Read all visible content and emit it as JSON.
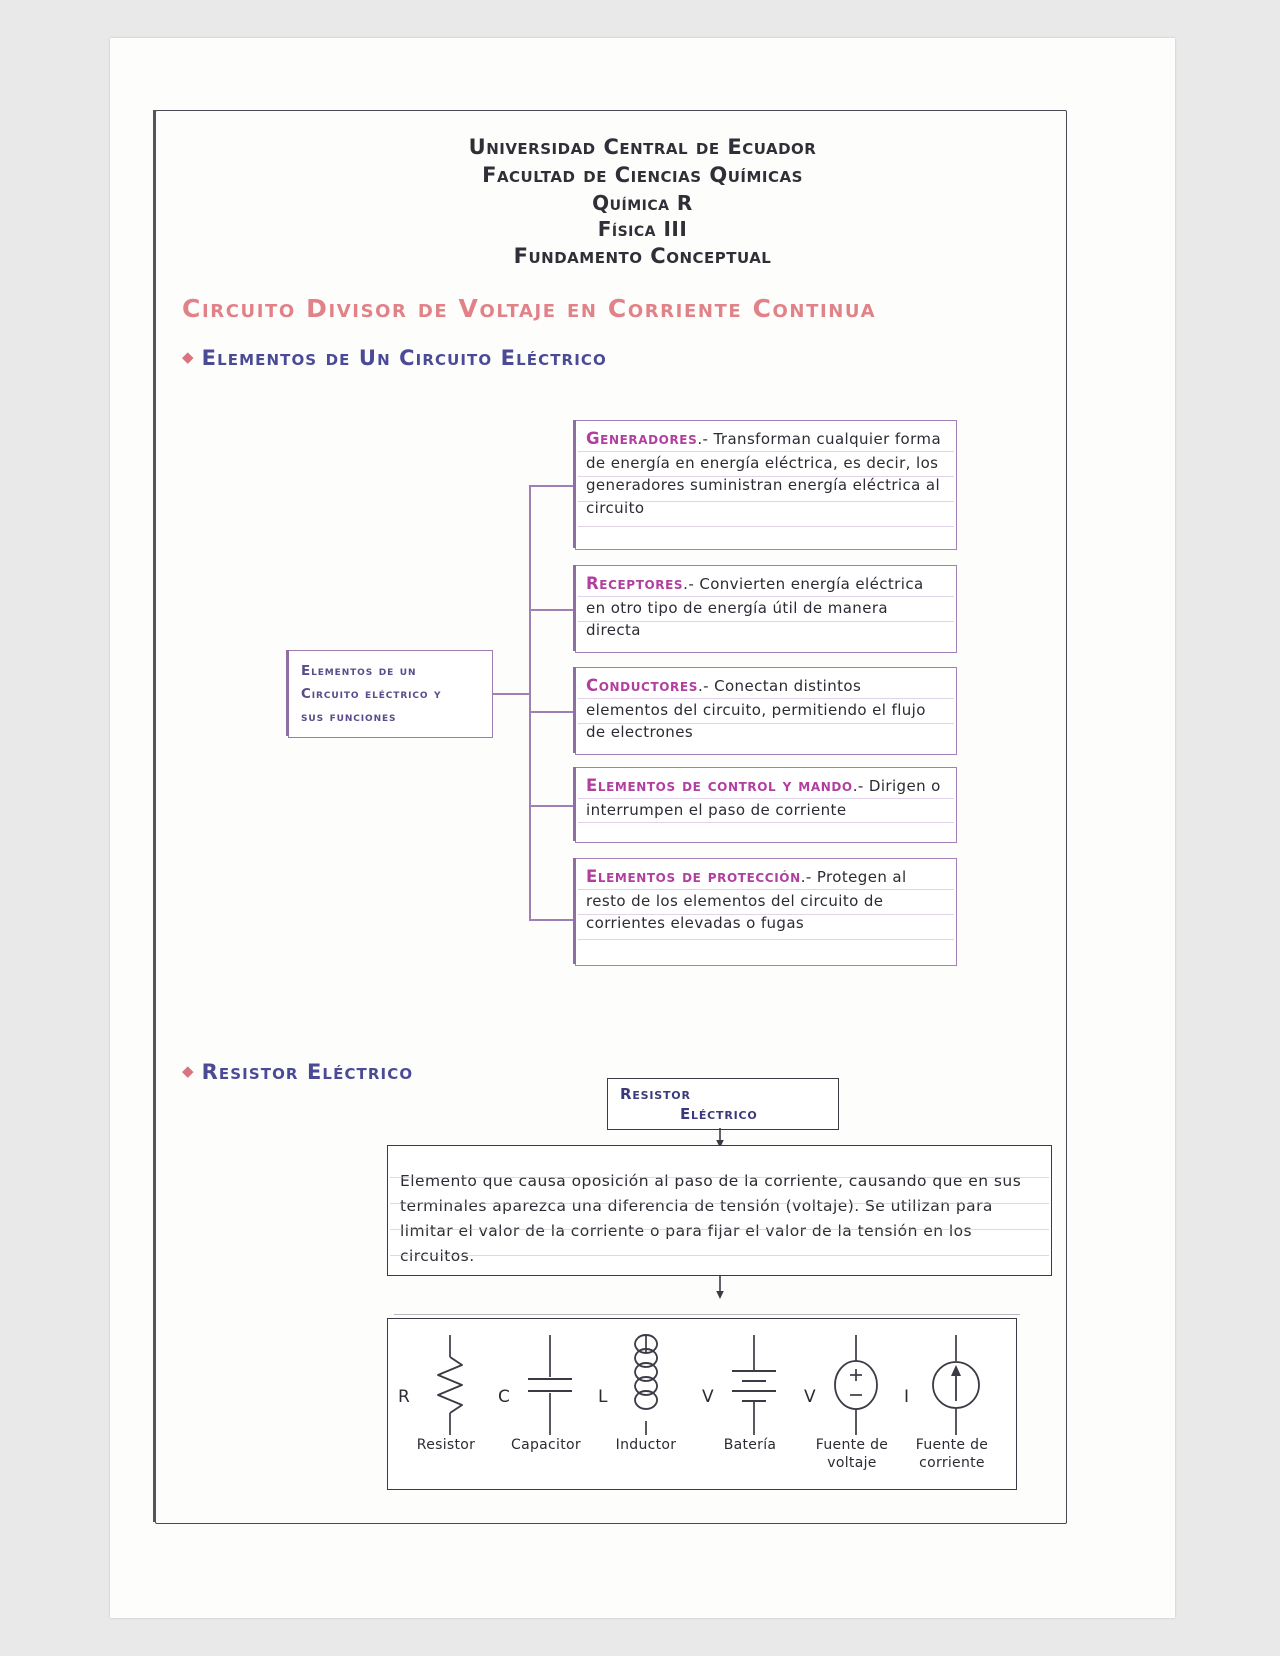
{
  "header": {
    "line1": "Universidad Central de Ecuador",
    "line2": "Facultad de Ciencias Químicas",
    "line3": "Química R",
    "line4": "Física III",
    "line5": "Fundamento Conceptual"
  },
  "title_main": "Circuito  Divisor  de Voltaje  en Corriente  Continua",
  "sections": {
    "elementos_heading": "Elementos de  Un   Circuito Eléctrico",
    "resistor_heading": "Resistor Eléctrico"
  },
  "root_node": {
    "line1": "Elementos de un",
    "line2": "Circuito eléctrico y",
    "line3": "sus funciones"
  },
  "elements": [
    {
      "lead": "Generadores",
      "separator": ".-",
      "body": "Transforman cualquier forma de energía en energía eléctrica, es decir, los generadores suministran energía eléctrica al circuito"
    },
    {
      "lead": "Receptores",
      "separator": ".-",
      "body": "Convierten energía eléctrica en otro tipo de energía útil de manera directa"
    },
    {
      "lead": "Conductores",
      "separator": ".-",
      "body": "Conectan distintos elementos del circuito, permitiendo el flujo de electrones"
    },
    {
      "lead": "Elementos de control  y mando",
      "separator": ".-",
      "body": "Dirigen o interrumpen el paso de corriente"
    },
    {
      "lead": "Elementos de protección",
      "separator": ".-",
      "body": "Protegen al resto de los elementos del circuito de corrientes elevadas o fugas"
    }
  ],
  "resistor": {
    "node_line1": "Resistor",
    "node_line2": "Eléctrico",
    "description": "Elemento que causa oposición al paso de la corriente, causando que en sus terminales aparezca una diferencia de tensión (voltaje). Se utilizan para limitar el valor de la corriente o para fijar el valor de la tensión en los circuitos."
  },
  "symbols": [
    {
      "terminal": "R",
      "label": "Resistor",
      "icon": "resistor-symbol"
    },
    {
      "terminal": "C",
      "label": "Capacitor",
      "icon": "capacitor-symbol"
    },
    {
      "terminal": "L",
      "label": "Inductor",
      "icon": "inductor-symbol"
    },
    {
      "terminal": "V",
      "label": "Batería",
      "icon": "battery-symbol"
    },
    {
      "terminal": "V",
      "label": "Fuente de voltaje",
      "icon": "voltage-source-symbol"
    },
    {
      "terminal": "I",
      "label": "Fuente de corriente",
      "icon": "current-source-symbol"
    }
  ],
  "colors": {
    "title_pink": "#e08287",
    "heading_purple": "#4b4a96",
    "box_lead_magenta": "#b23fa0",
    "box_border_violet": "#a27fb6",
    "ink": "#2b2b33"
  }
}
